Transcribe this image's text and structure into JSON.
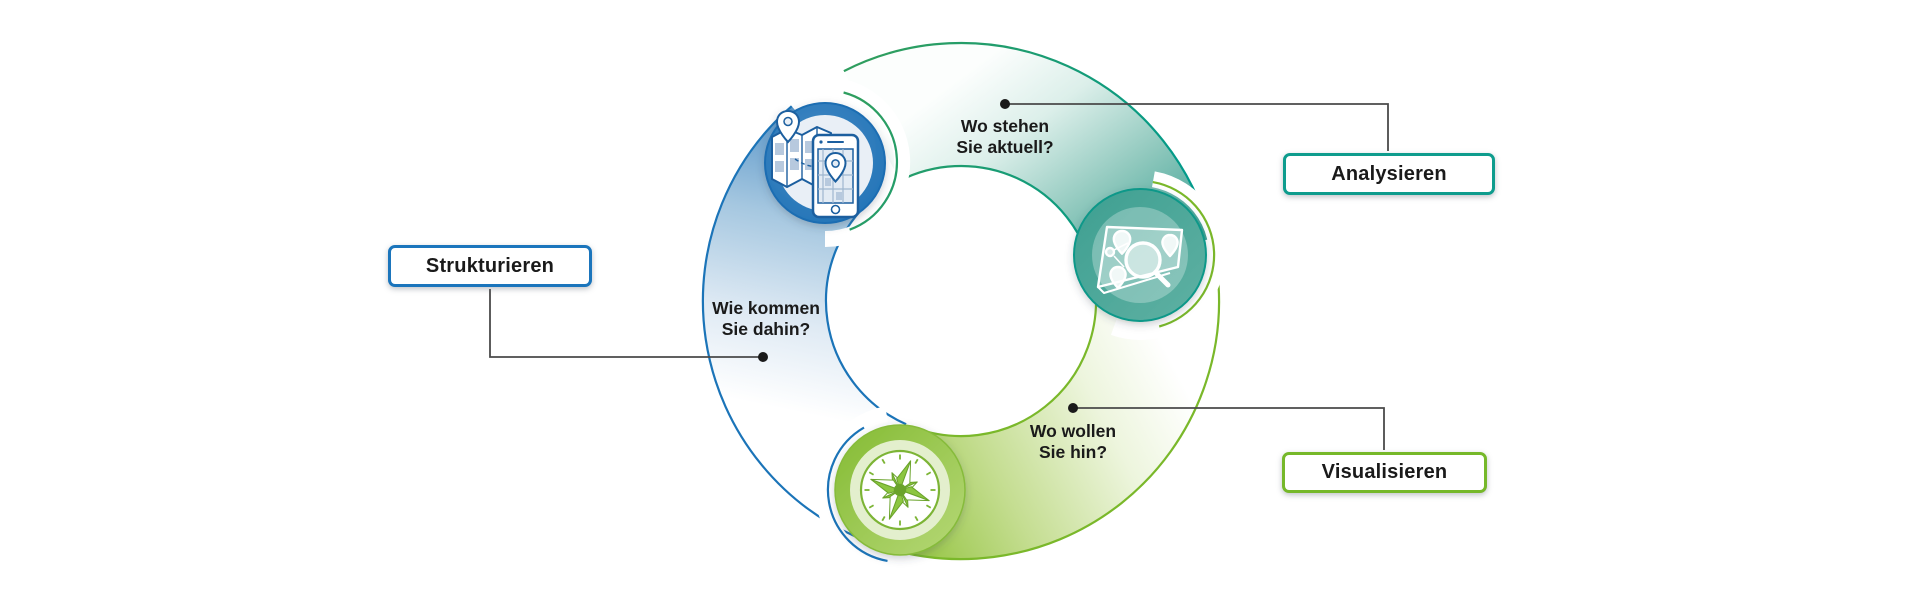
{
  "colors": {
    "blue": "#1b75bc",
    "teal": "#0e9c8d",
    "teal_green": "#2f9e5f",
    "lime": "#76b82a",
    "text": "#1a1a1a",
    "connector": "#4a4a4a",
    "background": "#ffffff"
  },
  "phases": {
    "strukturieren": {
      "label": "Strukturieren",
      "icon": "map-phone-icon"
    },
    "analysieren": {
      "label": "Analysieren",
      "icon": "map-pins-magnifier-icon"
    },
    "visualisieren": {
      "label": "Visualisieren",
      "icon": "compass-icon"
    }
  },
  "questions": {
    "analysieren": {
      "line1": "Wo stehen",
      "line2": "Sie aktuell?"
    },
    "strukturieren": {
      "line1": "Wie kommen",
      "line2": "Sie dahin?"
    },
    "visualisieren": {
      "line1": "Wo wollen",
      "line2": "Sie hin?"
    }
  }
}
